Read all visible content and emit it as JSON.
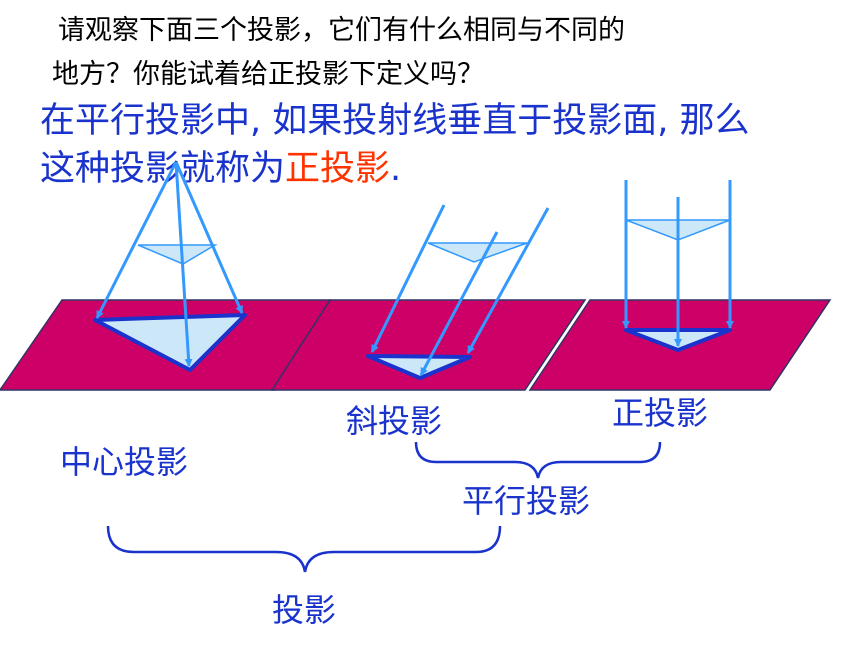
{
  "question": {
    "line1": "请观察下面三个投影，它们有什么相同与不同的",
    "line2": "地方？你能试着给正投影下定义吗？"
  },
  "definition": {
    "line1": "在平行投影中, 如果投射线垂直于投影面, 那么",
    "line2_prefix": "这种投影就称为",
    "line2_highlight": "正投影",
    "line2_suffix": "."
  },
  "labels": {
    "central": "中心投影",
    "oblique": "斜投影",
    "orthographic": "正投影",
    "parallel": "平行投影",
    "projection": "投影"
  },
  "colors": {
    "plane": "#cc0066",
    "ray": "#3399ff",
    "triangle_fill": "#cce8f8",
    "outline": "#1a33cc",
    "definition_text": "#1a33cc",
    "highlight": "#ff3300"
  }
}
